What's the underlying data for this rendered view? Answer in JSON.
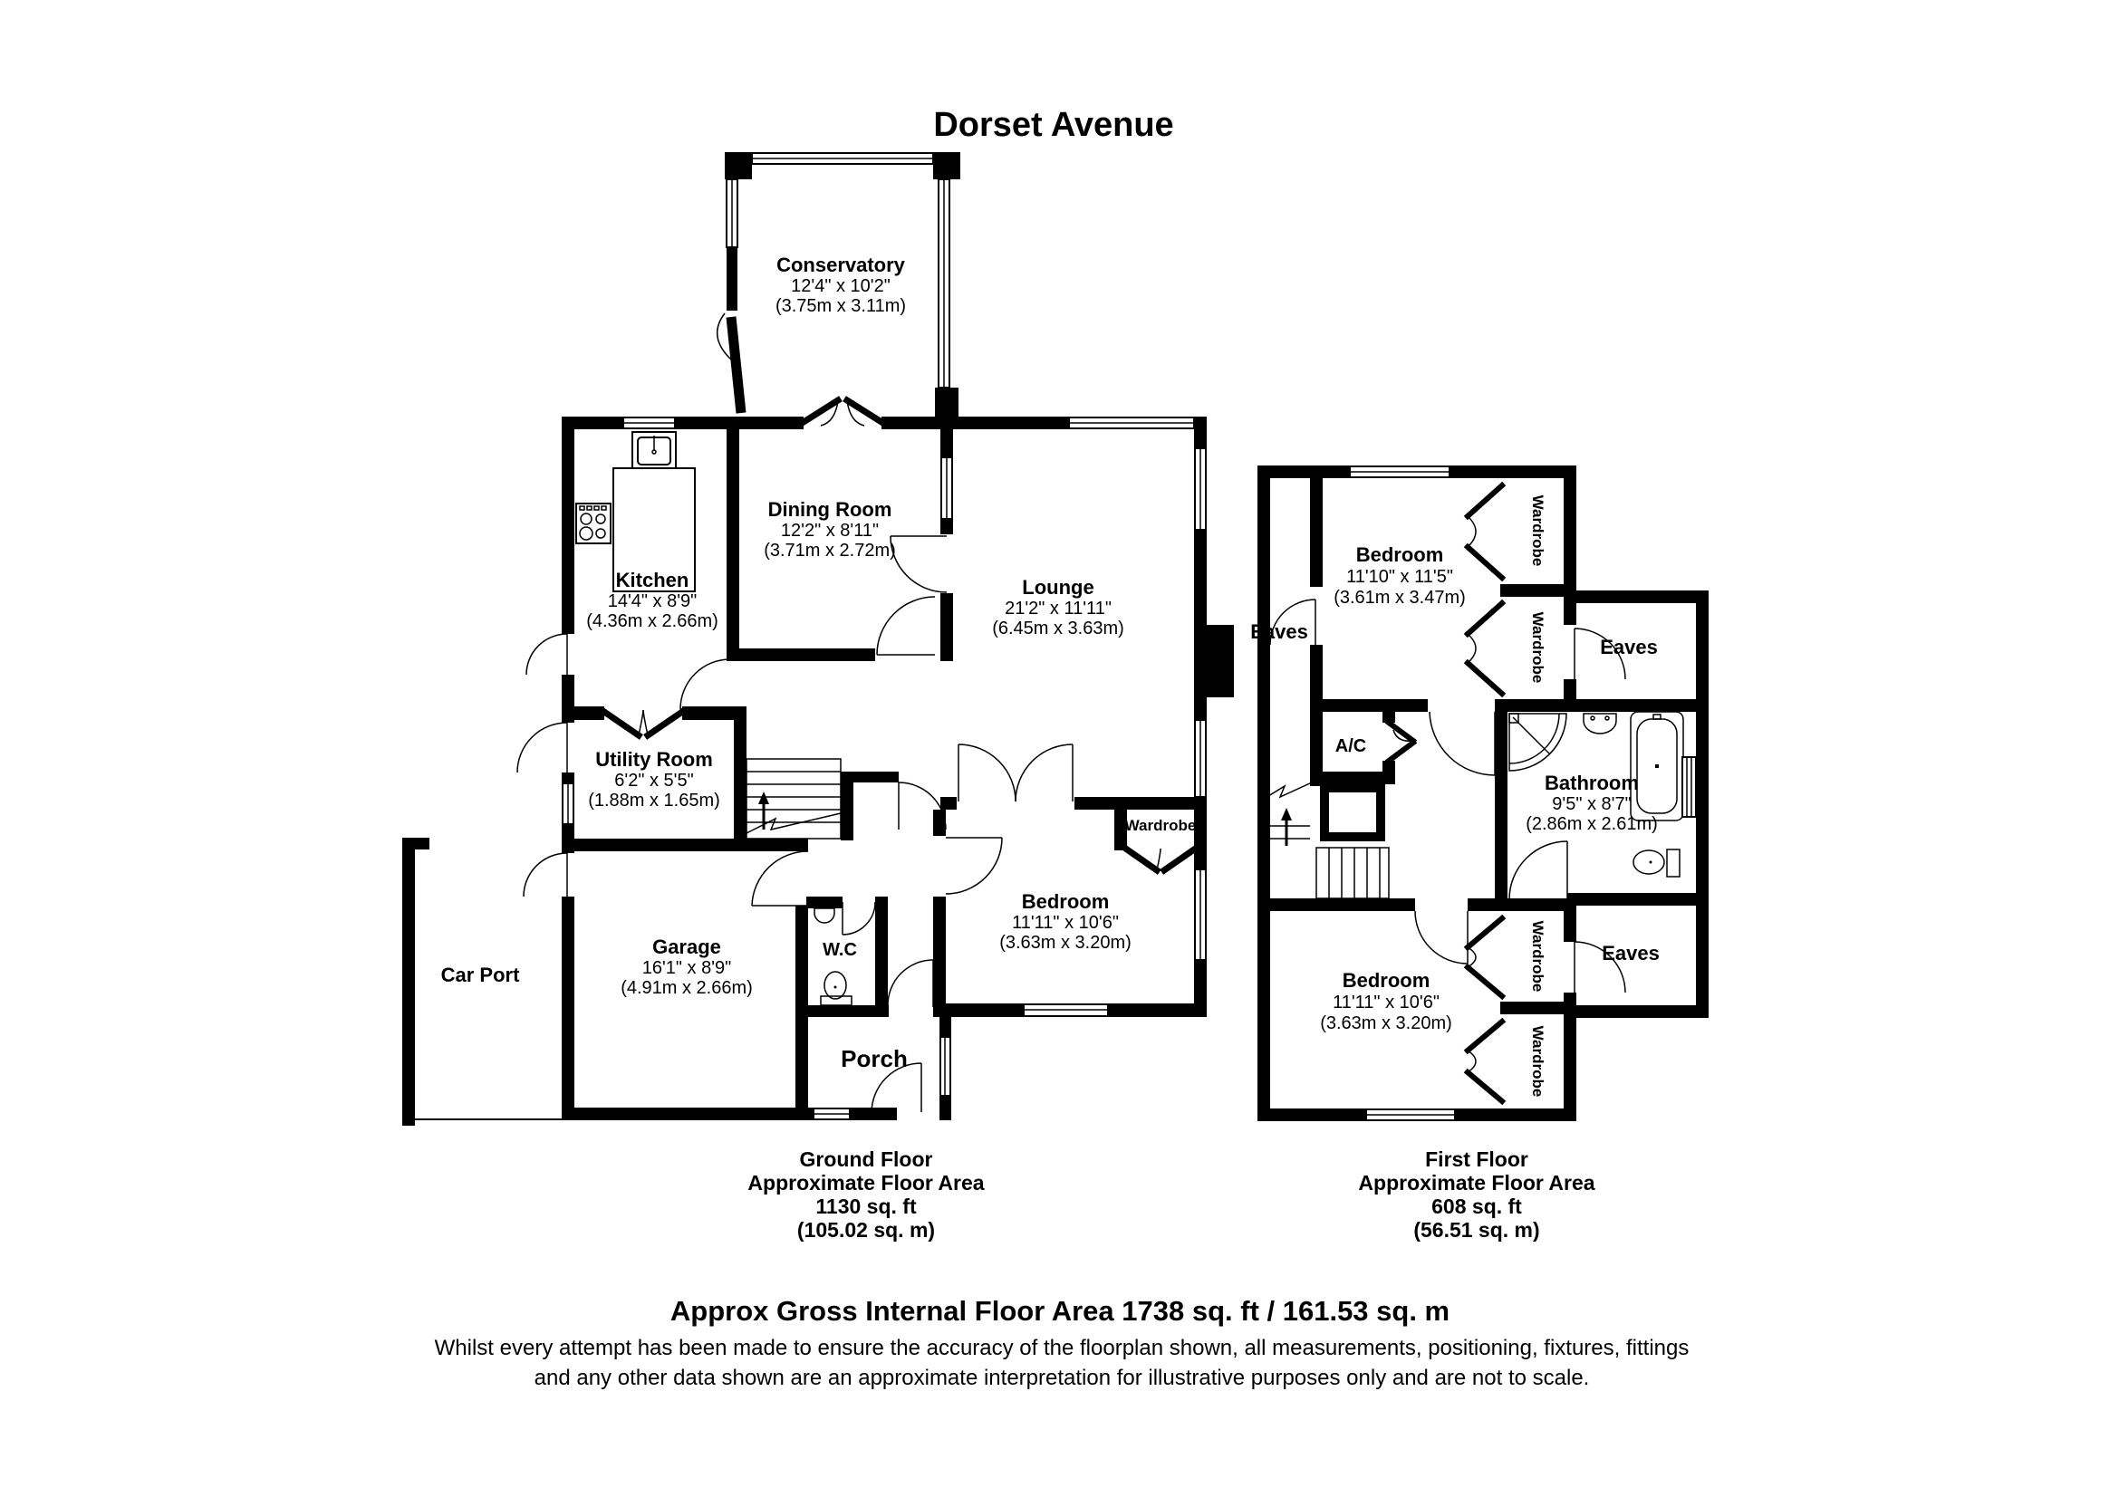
{
  "title": "Dorset Avenue",
  "labels": {
    "wardrobe": "Wardrobe",
    "eaves": "Eaves"
  },
  "rooms": {
    "conservatory": {
      "name": "Conservatory",
      "imperial": "12'4\" x 10'2\"",
      "metric": "(3.75m x 3.11m)"
    },
    "kitchen": {
      "name": "Kitchen",
      "imperial": "14'4\" x 8'9\"",
      "metric": "(4.36m x 2.66m)"
    },
    "dining_room": {
      "name": "Dining Room",
      "imperial": "12'2\" x 8'11\"",
      "metric": "(3.71m x 2.72m)"
    },
    "lounge": {
      "name": "Lounge",
      "imperial": "21'2\" x 11'11\"",
      "metric": "(6.45m x 3.63m)"
    },
    "utility_room": {
      "name": "Utility Room",
      "imperial": "6'2\" x 5'5\"",
      "metric": "(1.88m x 1.65m)"
    },
    "car_port": {
      "name": "Car Port"
    },
    "garage": {
      "name": "Garage",
      "imperial": "16'1\" x 8'9\"",
      "metric": "(4.91m x 2.66m)"
    },
    "wc": {
      "name": "W.C"
    },
    "porch": {
      "name": "Porch"
    },
    "bedroom_ground": {
      "name": "Bedroom",
      "imperial": "11'11\" x 10'6\"",
      "metric": "(3.63m x 3.20m)"
    },
    "bedroom_front": {
      "name": "Bedroom",
      "imperial": "11'10\" x 11'5\"",
      "metric": "(3.61m x 3.47m)"
    },
    "ac": {
      "name": "A/C"
    },
    "bathroom": {
      "name": "Bathroom",
      "imperial": "9'5\" x 8'7\"",
      "metric": "(2.86m x 2.61m)"
    },
    "bedroom_back": {
      "name": "Bedroom",
      "imperial": "11'11\" x 10'6\"",
      "metric": "(3.63m x 3.20m)"
    }
  },
  "ground_floor_summary": {
    "floor": "Ground Floor",
    "area_label": "Approximate Floor Area",
    "area_ft": "1130 sq. ft",
    "area_m": "(105.02 sq. m)"
  },
  "first_floor_summary": {
    "floor": "First Floor",
    "area_label": "Approximate Floor Area",
    "area_ft": "608 sq. ft",
    "area_m": "(56.51 sq. m)"
  },
  "footer": {
    "gross_area": "Approx Gross Internal Floor Area 1738 sq. ft / 161.53 sq. m",
    "disclaimer_line1": "Whilst every attempt has been made to ensure the accuracy of the floorplan shown, all measurements, positioning, fixtures, fittings",
    "disclaimer_line2": "and any other data shown are an approximate interpretation for illustrative purposes only and are not to scale."
  }
}
